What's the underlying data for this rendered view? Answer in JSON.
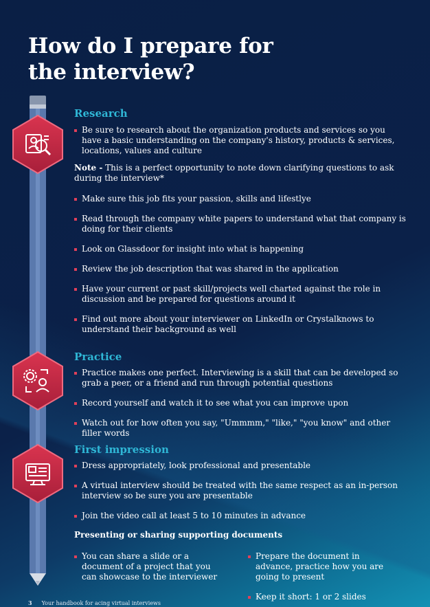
{
  "title": "How do I prepare for the interview?",
  "accent_color": "#2fb7d6",
  "bullet_color": "#e0405a",
  "research": {
    "heading": "Research",
    "icon": "magnifier-profile-icon",
    "first": "Be sure to research about the organization products and services so you have a basic understanding on the company's history, products & services, locations, values and culture",
    "note_label": "Note -",
    "note_text": "This is a perfect opportunity to note down clarifying questions to ask during the interview*",
    "items": [
      "Make sure this job fits your passion, skills and lifestlye",
      "Read through the company white papers to understand what that company is doing for their clients",
      "Look on Glassdoor for insight into what is happening",
      "Review the job description that was shared in the application",
      "Have your current or past skill/projects well charted against the role in discussion and be prepared for questions around it",
      "Find out more about your interviewer on LinkedIn or Crystalknows to understand their background as well"
    ]
  },
  "practice": {
    "heading": "Practice",
    "icon": "gear-person-icon",
    "items": [
      "Practice makes one perfect. Interviewing is a skill that can be developed so grab a peer, or a friend and run through potential questions",
      "Record yourself and watch it to see what you can improve upon",
      "Watch out for how often you say, \"Ummmm,\" \"like,\" \"you know\" and other filler words"
    ]
  },
  "first_impression": {
    "heading": "First impression",
    "icon": "computer-screen-icon",
    "items": [
      "Dress appropriately, look professional and presentable",
      "A virtual interview should be treated with the same respect as an in-person interview so be sure you are presentable",
      "Join the video call at least 5 to 10 minutes in advance"
    ]
  },
  "documents": {
    "heading": "Presenting or sharing supporting documents",
    "left": [
      "You can share a slide or a document of a project that you can showcase to the interviewer"
    ],
    "right": [
      "Prepare the document in advance, practice how you are going to present",
      "Keep it short: 1 or 2 slides"
    ]
  },
  "footer": {
    "page_number": "3",
    "text": "Your handbook for acing virtual interviews"
  }
}
